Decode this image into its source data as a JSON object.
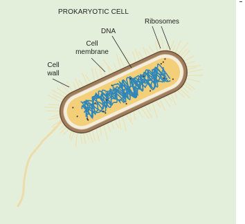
{
  "diagram": {
    "title": "PROKARYOTIC CELL",
    "labels": {
      "ribosomes": "Ribosomes",
      "dna": "DNA",
      "cell_membrane_line1": "Cell",
      "cell_membrane_line2": "membrane",
      "cell_wall_line1": "Cell",
      "cell_wall_line2": "wall"
    },
    "colors": {
      "background": "#e4efdb",
      "cell_wall": "#a07d5c",
      "membrane": "#f4eddc",
      "cytoplasm": "#f2cf78",
      "dna": "#2f86b8",
      "pili": "#efe0b0",
      "flagellum": "#eddcaa",
      "ribosome": "#4a3b2a"
    }
  }
}
